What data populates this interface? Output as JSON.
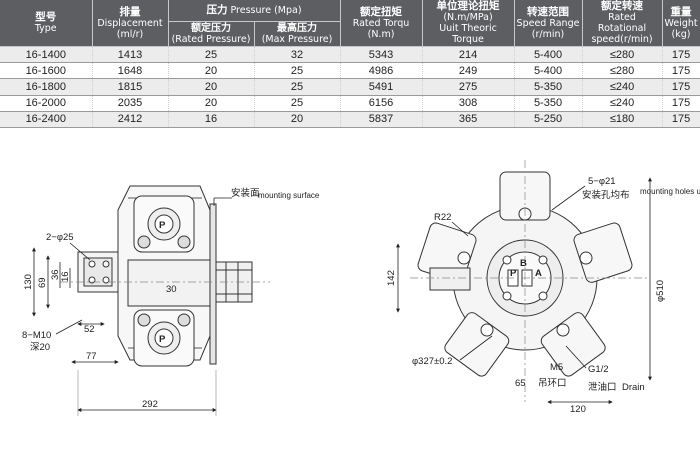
{
  "header": {
    "model": {
      "zh": "型号",
      "en": "Type"
    },
    "displacement": {
      "zh": "排量",
      "en": "Displacement",
      "unit": "(ml/r)"
    },
    "pressure_group": {
      "zh": "压力",
      "en": "Pressure (Mpa)"
    },
    "rated_pressure": {
      "zh": "额定压力",
      "en": "(Rated Pressure)"
    },
    "max_pressure": {
      "zh": "最高压力",
      "en": "(Max Pressure)"
    },
    "rated_torque": {
      "zh": "额定扭矩",
      "en": "Rated Torqu",
      "unit": "(N.m)"
    },
    "unit_torque": {
      "zh": "单位理论扭矩",
      "en": "(N.m/MPa)",
      "unit": "Uuit Theoric Torque"
    },
    "speed_range": {
      "zh": "转速范围",
      "en": "Speed Range",
      "unit": "(r/min)"
    },
    "rated_speed": {
      "zh": "额定转速",
      "en": "Rated Rotational",
      "unit": "speed(r/min)"
    },
    "weight": {
      "zh": "重量",
      "en": "Weight",
      "unit": "(kg)"
    }
  },
  "rows": [
    {
      "model": "16-1400",
      "displacement": "1413",
      "rated": "25",
      "max": "32",
      "torque": "5343",
      "unit_torque": "214",
      "speed": "5-400",
      "rated_speed": "≤280",
      "weight": "175"
    },
    {
      "model": "16-1600",
      "displacement": "1648",
      "rated": "20",
      "max": "25",
      "torque": "4986",
      "unit_torque": "249",
      "speed": "5-400",
      "rated_speed": "≤280",
      "weight": "175"
    },
    {
      "model": "16-1800",
      "displacement": "1815",
      "rated": "20",
      "max": "25",
      "torque": "5491",
      "unit_torque": "275",
      "speed": "5-350",
      "rated_speed": "≤240",
      "weight": "175"
    },
    {
      "model": "16-2000",
      "displacement": "2035",
      "rated": "20",
      "max": "25",
      "torque": "6156",
      "unit_torque": "308",
      "speed": "5-350",
      "rated_speed": "≤240",
      "weight": "175"
    },
    {
      "model": "16-2400",
      "displacement": "2412",
      "rated": "16",
      "max": "20",
      "torque": "5837",
      "unit_torque": "365",
      "speed": "5-250",
      "rated_speed": "≤180",
      "weight": "175"
    }
  ],
  "side_view": {
    "mounting_zh": "安装面",
    "mounting_en": "mounting surface",
    "bolt_holes": "2−φ25",
    "thread": "8−M10",
    "depth": "深20",
    "dim_130": "130",
    "dim_69": "69",
    "dim_36": "36",
    "dim_16": "16",
    "dim_52": "52",
    "dim_77": "77",
    "dim_292": "292",
    "dim_30": "30",
    "port_label": "P"
  },
  "front_view": {
    "holes_spec": "5−φ21",
    "holes_zh": "安装孔均布",
    "holes_en": "mounting holes uniform",
    "r22": "R22",
    "dim_142": "142",
    "phi510": "φ510",
    "phi327": "φ327±0.2",
    "g12": "G1/2",
    "drain_zh": "泄油口",
    "drain_en": "Drain",
    "m5": "M5",
    "lift_zh": "吊环口",
    "dim_65": "65",
    "dim_120": "120",
    "port_b": "B",
    "port_a": "A",
    "port_p": "P"
  }
}
